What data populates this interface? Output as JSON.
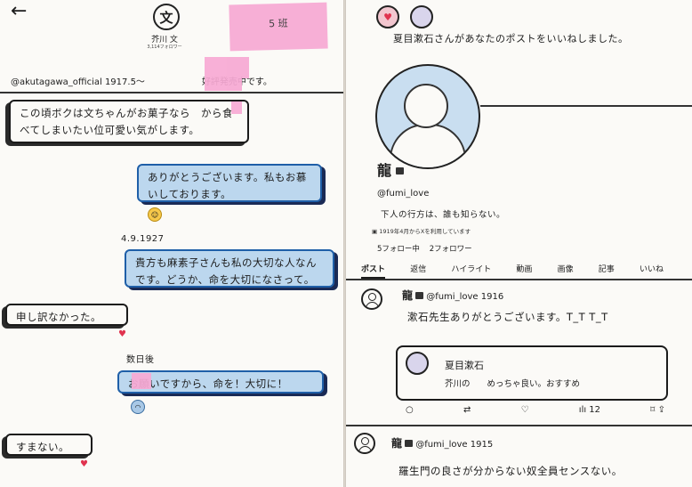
{
  "dm": {
    "back": "←",
    "avatar_char": "文",
    "name": "芥川 文",
    "followers": "3,114フォロワー",
    "handle": "@akutagawa_official",
    "profile_meta": "1917.5〜",
    "profile_tail": "好評発売中です。",
    "sticky_label": "5 班",
    "messages": [
      {
        "text": "この頃ボクは文ちゃんがお菓子なら　から食べてしまいたい位可愛い気がします。"
      },
      {
        "text": "ありがとうございます。私もお慕いしております。"
      },
      {
        "text": "貴方も麻素子さんも私の大切な人なんです。どうか、命を大切になさって。"
      },
      {
        "text": "申し訳なかった。"
      },
      {
        "text": "お願いですから、命を！大切に！"
      },
      {
        "text": "すまない。"
      }
    ],
    "date": "4.9.1927",
    "days_later": "数日後",
    "heart": "♥"
  },
  "profile": {
    "notif_heart": "♥",
    "notification": "夏目漱石さんがあなたのポストをいいねしました。",
    "name": "龍",
    "handle": "@fumi_love",
    "bio": "下人の行方は、誰も知らない。",
    "joined": "1919年4月からXを利用しています",
    "following": "5フォロー中",
    "followers": "2フォロワー",
    "tabs": [
      "ポスト",
      "返信",
      "ハイライト",
      "動画",
      "画像",
      "記事",
      "いいね"
    ],
    "posts": [
      {
        "name": "龍",
        "handle": "@fumi_love",
        "year": "1916",
        "text": "漱石先生ありがとうございます。T_T T_T"
      },
      {
        "name": "龍",
        "handle": "@fumi_love",
        "year": "1915",
        "text": "羅生門の良さが分からない奴全員センスない。"
      }
    ],
    "quote": {
      "name": "夏目漱石",
      "text": "芥川の　　めっちゃ良い。おすすめ"
    },
    "actions": {
      "reply": "○",
      "repost": "⇄",
      "like": "♡",
      "views": "ılı 12",
      "bookmark": "⌑ ⇪"
    }
  }
}
